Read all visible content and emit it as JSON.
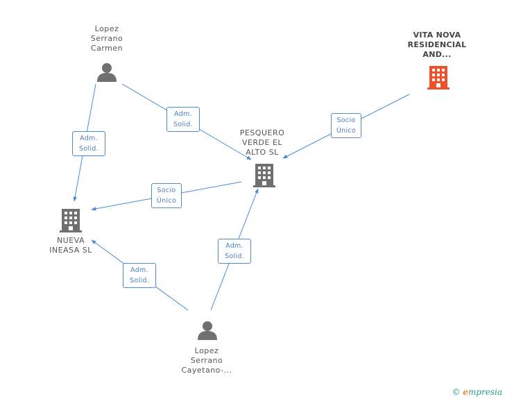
{
  "colors": {
    "edge": "#4a8ad6",
    "person_icon": "#707070",
    "company_icon": "#707070",
    "highlight_company_icon": "#f0512a"
  },
  "nodes": {
    "lopez_carmen": {
      "label": "Lopez\nSerrano\nCarmen",
      "icon": "person-icon"
    },
    "vita_nova": {
      "label": "VITA NOVA\nRESIDENCIAL\nAND...",
      "icon": "building-icon"
    },
    "pesquero": {
      "label": "PESQUERO\nVERDE EL\nALTO  SL",
      "icon": "building-icon"
    },
    "nueva_ineasa": {
      "label": "NUEVA\nINEASA  SL",
      "icon": "building-icon"
    },
    "lopez_cayetano": {
      "label": "Lopez\nSerrano\nCayetano-...",
      "icon": "person-icon"
    }
  },
  "edges": [
    {
      "from": "lopez_carmen",
      "to": "pesquero",
      "label": "Adm.\nSolid."
    },
    {
      "from": "lopez_carmen",
      "to": "nueva_ineasa",
      "label": "Adm.\nSolid."
    },
    {
      "from": "vita_nova",
      "to": "pesquero",
      "label": "Socio\nÚnico"
    },
    {
      "from": "pesquero",
      "to": "nueva_ineasa",
      "label": "Socio\nÚnico"
    },
    {
      "from": "lopez_cayetano",
      "to": "nueva_ineasa",
      "label": "Adm.\nSolid."
    },
    {
      "from": "lopez_cayetano",
      "to": "pesquero",
      "label": "Adm.\nSolid."
    }
  ],
  "footer": {
    "copyright": "©",
    "brand_initial": "e",
    "brand_rest": "mpresia"
  }
}
